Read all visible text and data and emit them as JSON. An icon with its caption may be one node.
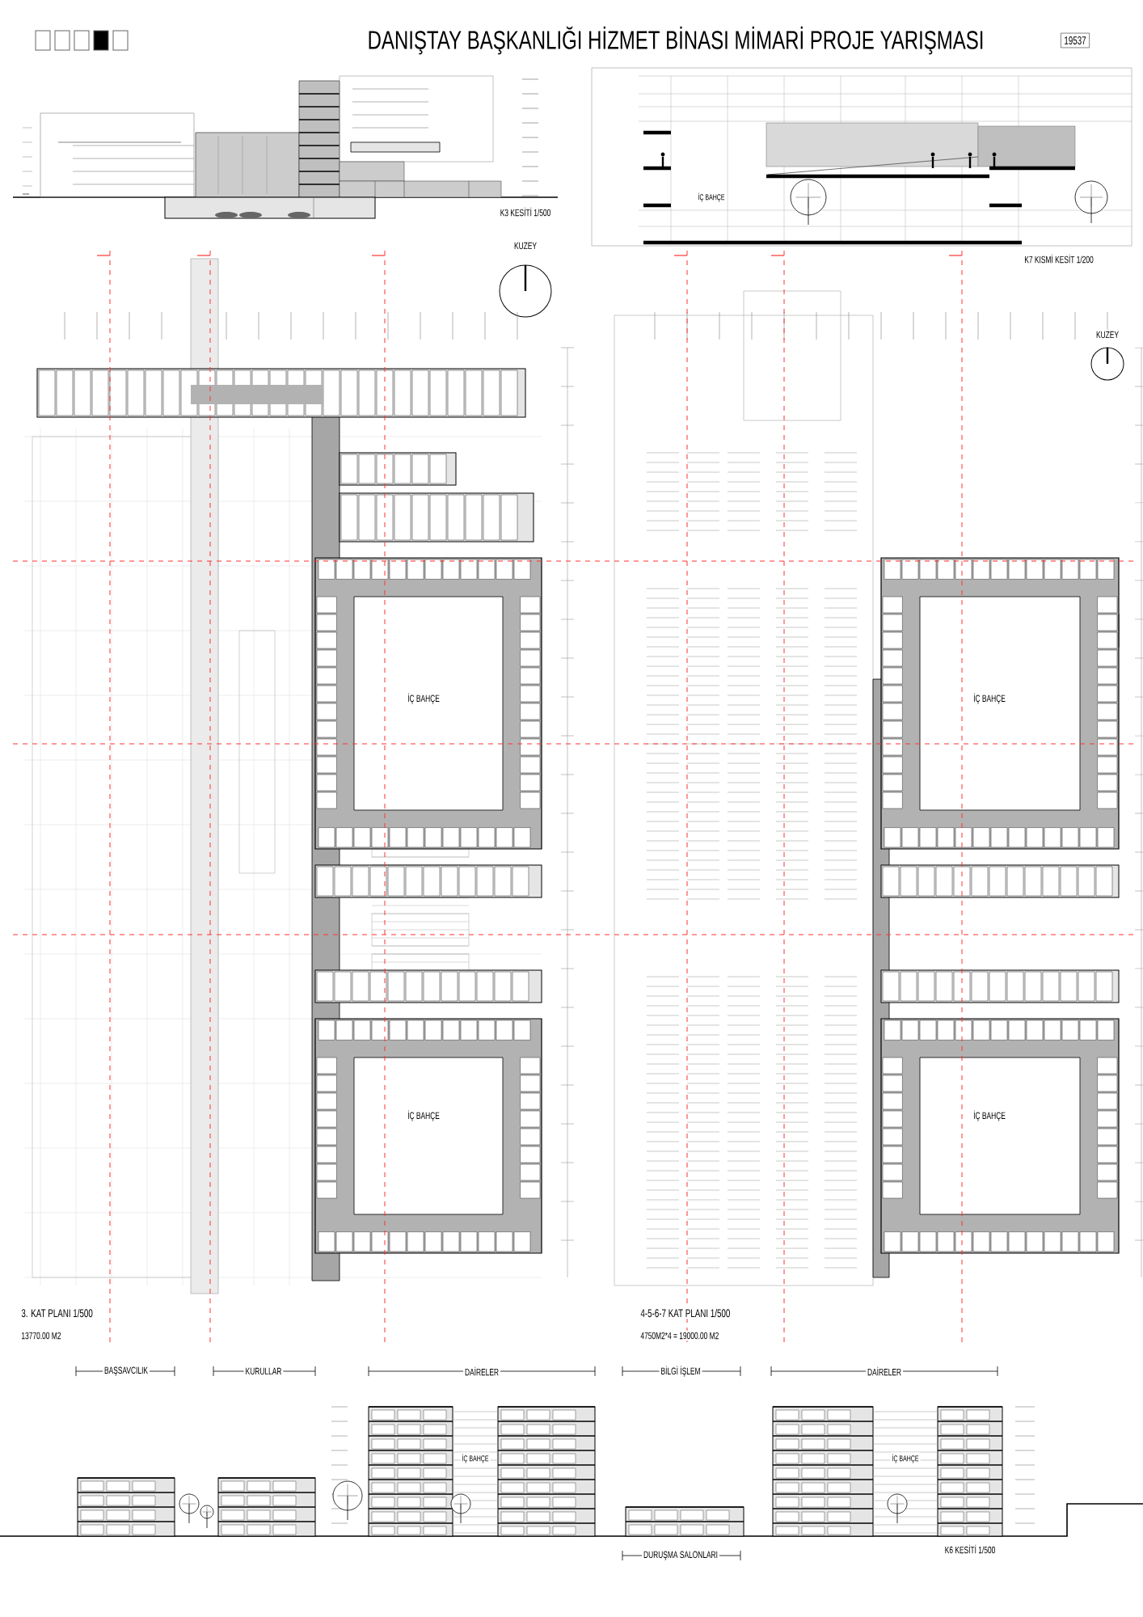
{
  "diagram": {
    "title": "DANIŞTAY BAŞKANLIĞI HİZMET BİNASI MİMARİ PROJE YARIŞMASI",
    "labels": [
      "19537",
      "K3 KESİTİ 1/500",
      "KUZEY",
      "K7 KISMİ KESİT 1/200",
      "KUZEY",
      "İÇ BAHÇE",
      "İÇ BAHÇE",
      "İÇ BAHÇE",
      "İÇ BAHÇE",
      "İÇ BAHÇE",
      "3. KAT PLANI 1/500",
      "13770.00 M2",
      "4-5-6-7 KAT PLANI 1/500",
      "4750M2*4 = 19000.00 M2",
      "BAŞSAVCILIK",
      "KURULLAR",
      "DAİRELER",
      "BİLGİ İŞLEM",
      "DAİRELER",
      "İÇ BAHÇE",
      "İÇ BAHÇE",
      "DURUŞMA SALONLARI",
      "K6 KESİTİ 1/500"
    ]
  }
}
